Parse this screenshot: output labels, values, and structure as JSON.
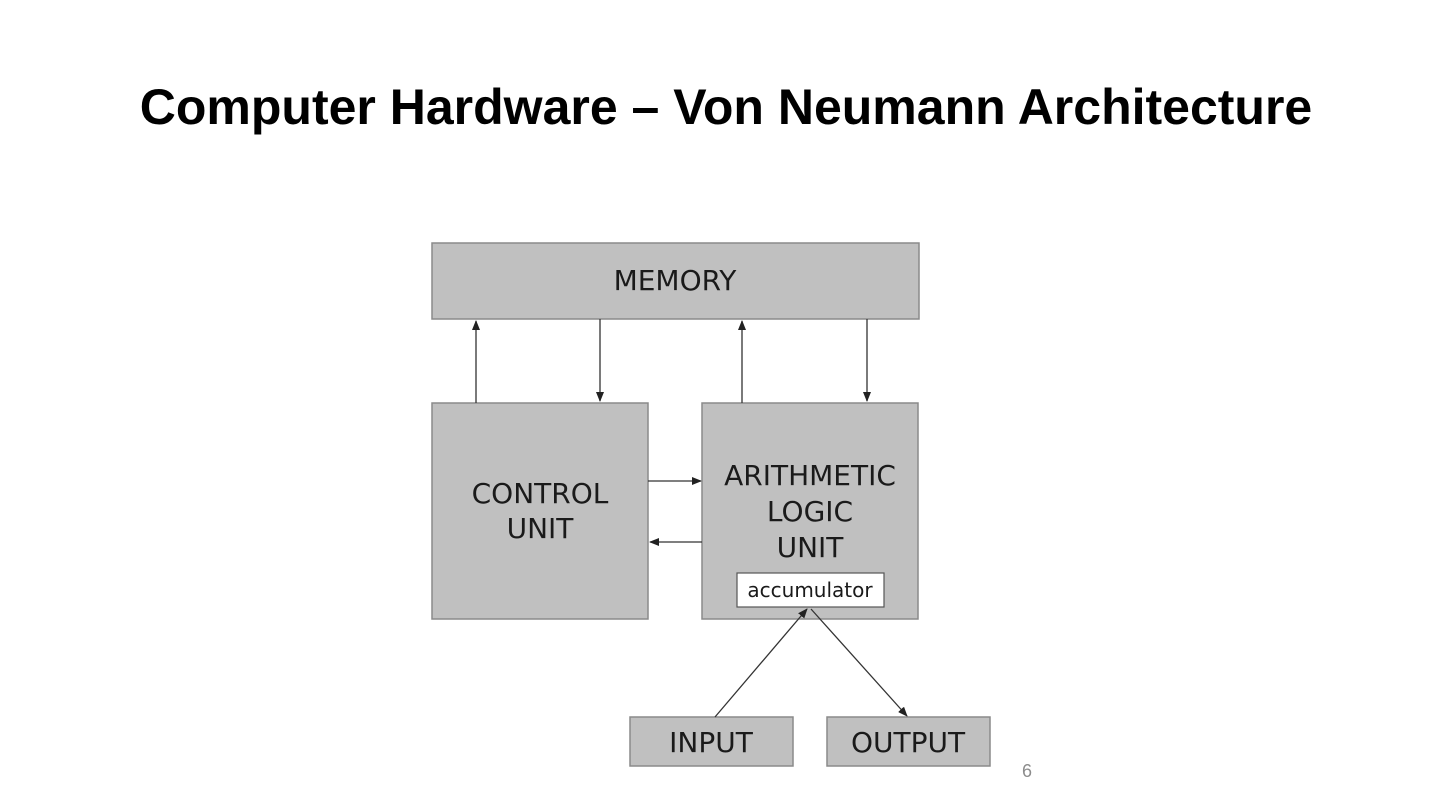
{
  "slide": {
    "title": "Computer Hardware – Von Neumann Architecture",
    "page_number": "6"
  },
  "diagram": {
    "nodes": {
      "memory": {
        "label": "MEMORY"
      },
      "control_unit": {
        "lines": [
          "CONTROL",
          "UNIT"
        ]
      },
      "alu": {
        "lines": [
          "ARITHMETIC",
          "LOGIC",
          "UNIT"
        ]
      },
      "accumulator": {
        "label": "accumulator"
      },
      "input": {
        "label": "INPUT"
      },
      "output": {
        "label": "OUTPUT"
      }
    },
    "edges": [
      {
        "from": "control_unit",
        "to": "memory"
      },
      {
        "from": "memory",
        "to": "control_unit"
      },
      {
        "from": "alu",
        "to": "memory"
      },
      {
        "from": "memory",
        "to": "alu"
      },
      {
        "from": "control_unit",
        "to": "alu"
      },
      {
        "from": "alu",
        "to": "control_unit"
      },
      {
        "from": "input",
        "to": "accumulator"
      },
      {
        "from": "accumulator",
        "to": "output"
      }
    ],
    "colors": {
      "box_fill": "#c0c0c0",
      "box_stroke": "#8a8a8a",
      "accumulator_fill": "#ffffff",
      "arrow": "#333333"
    }
  }
}
